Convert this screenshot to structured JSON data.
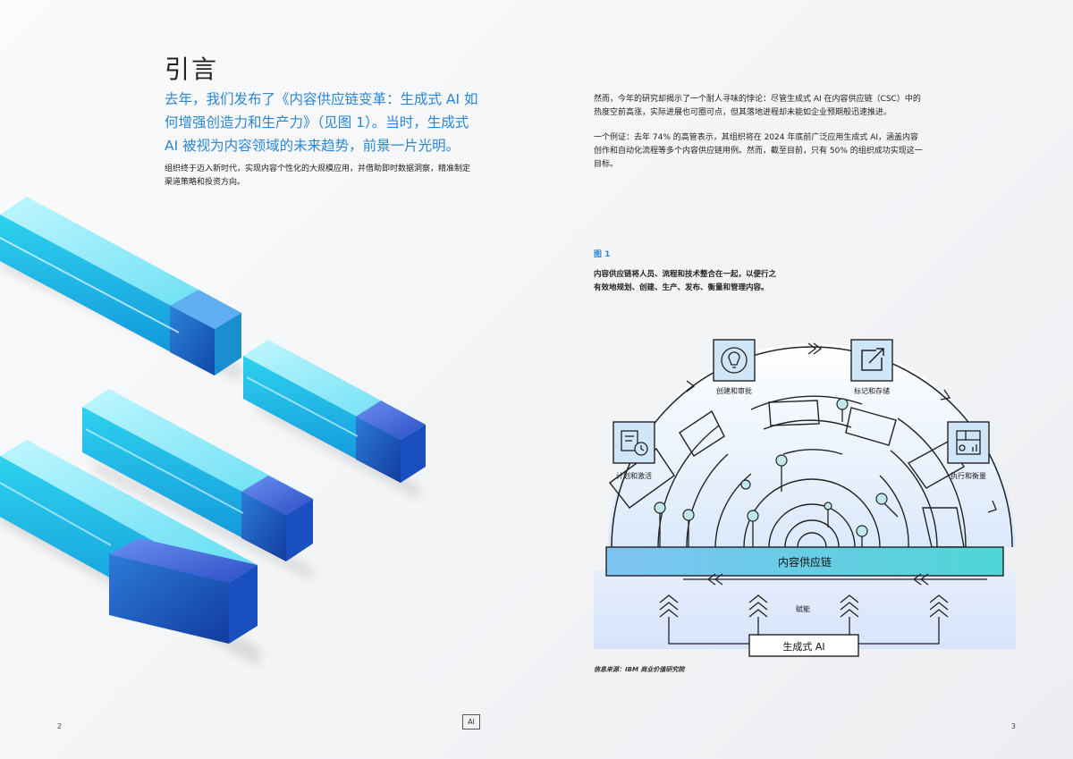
{
  "left_page": {
    "title": "引言",
    "lead": "去年，我们发布了《内容供应链变革：生成式 AI 如何增强创造力和生产力》（见图 1）。当时，生成式 AI 被视为内容领域的未来趋势，前景一片光明。",
    "body": "组织终于迈入新时代，实现内容个性化的大规模应用，并借助即时数据洞察，精准制定渠道策略和投资方向。",
    "page_number": "2"
  },
  "badge": "AI",
  "right_page": {
    "paragraph1": "然而，今年的研究却揭示了一个耐人寻味的悖论：尽管生成式 AI 在内容供应链（CSC）中的热度空前高涨，实际进展也可圈可点，但其落地进程却未能如企业预期般迅速推进。",
    "paragraph2": "一个例证：去年 74% 的高管表示，其组织将在 2024 年底前广泛应用生成式 AI，涵盖内容创作和自动化流程等多个内容供应链用例。然而，截至目前，只有 50% 的组织成功实现这一目标。",
    "figure_label": "图 1",
    "figure_caption": "内容供应链将人员、流程和技术整合在一起，以便行之有效地规划、创建、生产、发布、衡量和管理内容。",
    "source": "信息来源：IBM 商业价值研究院",
    "page_number": "3"
  },
  "diagram": {
    "nodes": [
      {
        "label": "计划和激活",
        "icon": "plan-activate-icon"
      },
      {
        "label": "创建和审批",
        "icon": "lightbulb-icon"
      },
      {
        "label": "标记和存储",
        "icon": "export-arrow-icon"
      },
      {
        "label": "执行和衡量",
        "icon": "dashboard-icon"
      }
    ],
    "bar_label": "内容供应链",
    "enable_label": "赋能",
    "base_label": "生成式 AI"
  },
  "colors": {
    "accent_blue": "#2a86d6",
    "bar_gradient_start": "#7fc3f3",
    "bar_gradient_end": "#4fd6d6",
    "icon_box": "#cfe6f8",
    "node_fill": "#bfe9ea"
  }
}
